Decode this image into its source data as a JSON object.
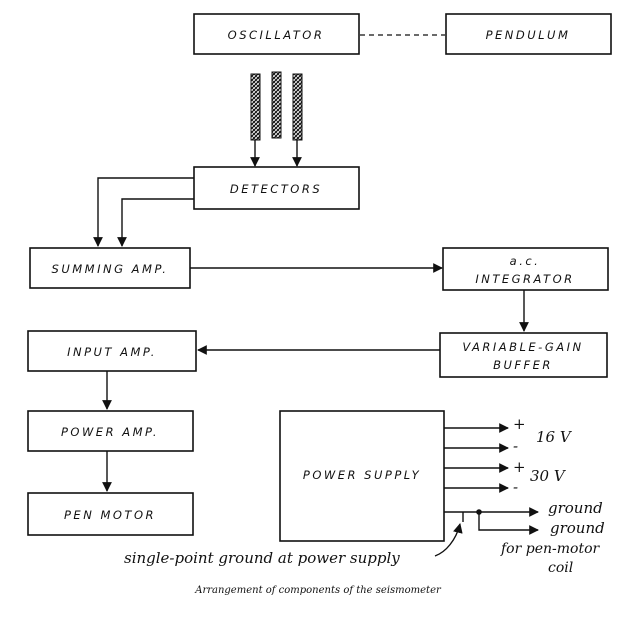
{
  "blocks": {
    "oscillator": "OSCILLATOR",
    "pendulum": "PENDULUM",
    "detectors": "DETECTORS",
    "summing_amp": "SUMMING AMP.",
    "integrator_line1": "a.c.",
    "integrator_line2": "INTEGRATOR",
    "input_amp": "INPUT AMP.",
    "buffer_line1": "VARIABLE-GAIN",
    "buffer_line2": "BUFFER",
    "power_amp": "POWER AMP.",
    "pen_motor": "PEN MOTOR",
    "power_supply": "POWER SUPPLY"
  },
  "outputs": {
    "plus_a": "+",
    "minus_a": "-",
    "v16": "16 V",
    "plus_b": "+",
    "minus_b": "-",
    "v30": "30 V",
    "ground": "ground",
    "ground2": "ground",
    "for_pen_motor": "for pen-motor",
    "coil": "coil"
  },
  "annotation": "single-point ground at power supply",
  "caption": "Arrangement of components of the seismometer"
}
